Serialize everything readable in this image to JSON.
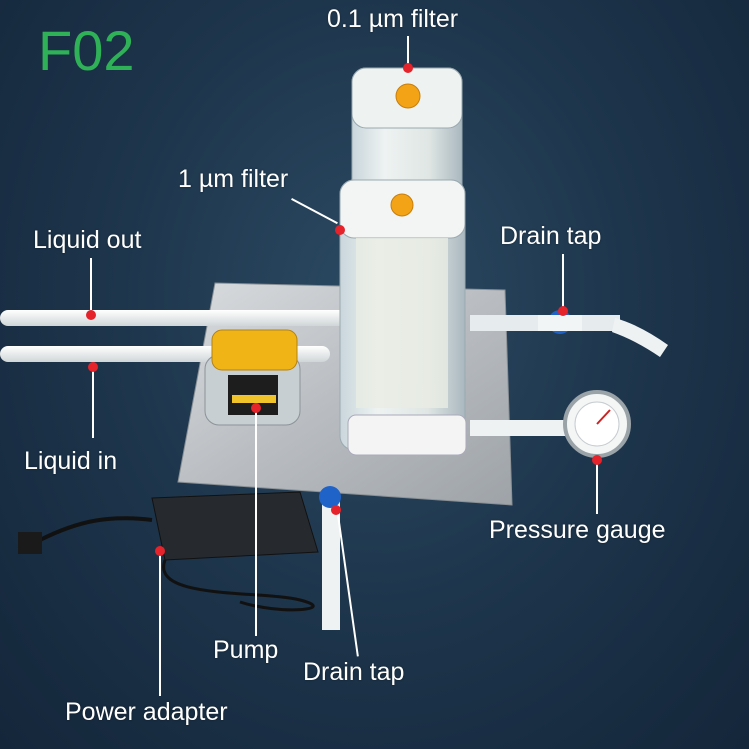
{
  "model_code": "F02",
  "colors": {
    "background": "#1c3349",
    "model_text": "#2fb157",
    "label_text": "#ffffff",
    "pointer_dot": "#e4232b"
  },
  "labels": {
    "filter_01": "0.1 µm filter",
    "filter_1": "1 µm filter",
    "liquid_out": "Liquid out",
    "liquid_in": "Liquid in",
    "drain_tap_right": "Drain tap",
    "pressure_gauge": "Pressure gauge",
    "pump": "Pump",
    "drain_tap_bottom": "Drain tap",
    "power_adapter": "Power adapter"
  }
}
